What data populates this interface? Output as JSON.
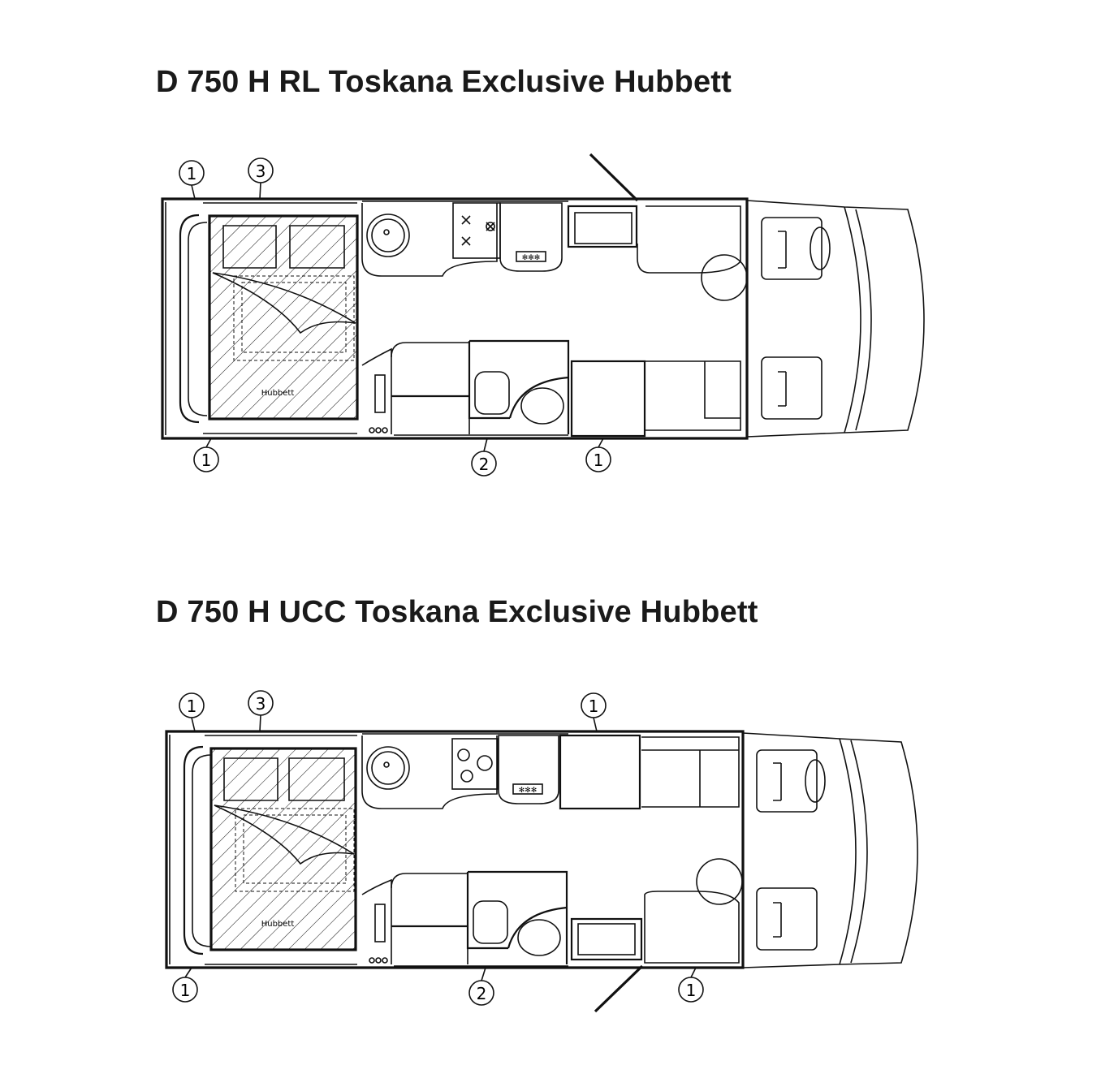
{
  "plans": [
    {
      "title": "D 750 H RL Toskana Exclusive Hubbett",
      "bed_label": "Hubbett",
      "fridge_label": "✻✻✻",
      "callouts": [
        "1",
        "3",
        "1",
        "2",
        "1"
      ]
    },
    {
      "title": "D 750 H UCC Toskana Exclusive Hubbett",
      "bed_label": "Hubbett",
      "fridge_label": "✻✻✻",
      "callouts": [
        "1",
        "3",
        "1",
        "1",
        "2",
        "1"
      ]
    }
  ],
  "colors": {
    "ink": "#111111",
    "background": "#ffffff"
  }
}
